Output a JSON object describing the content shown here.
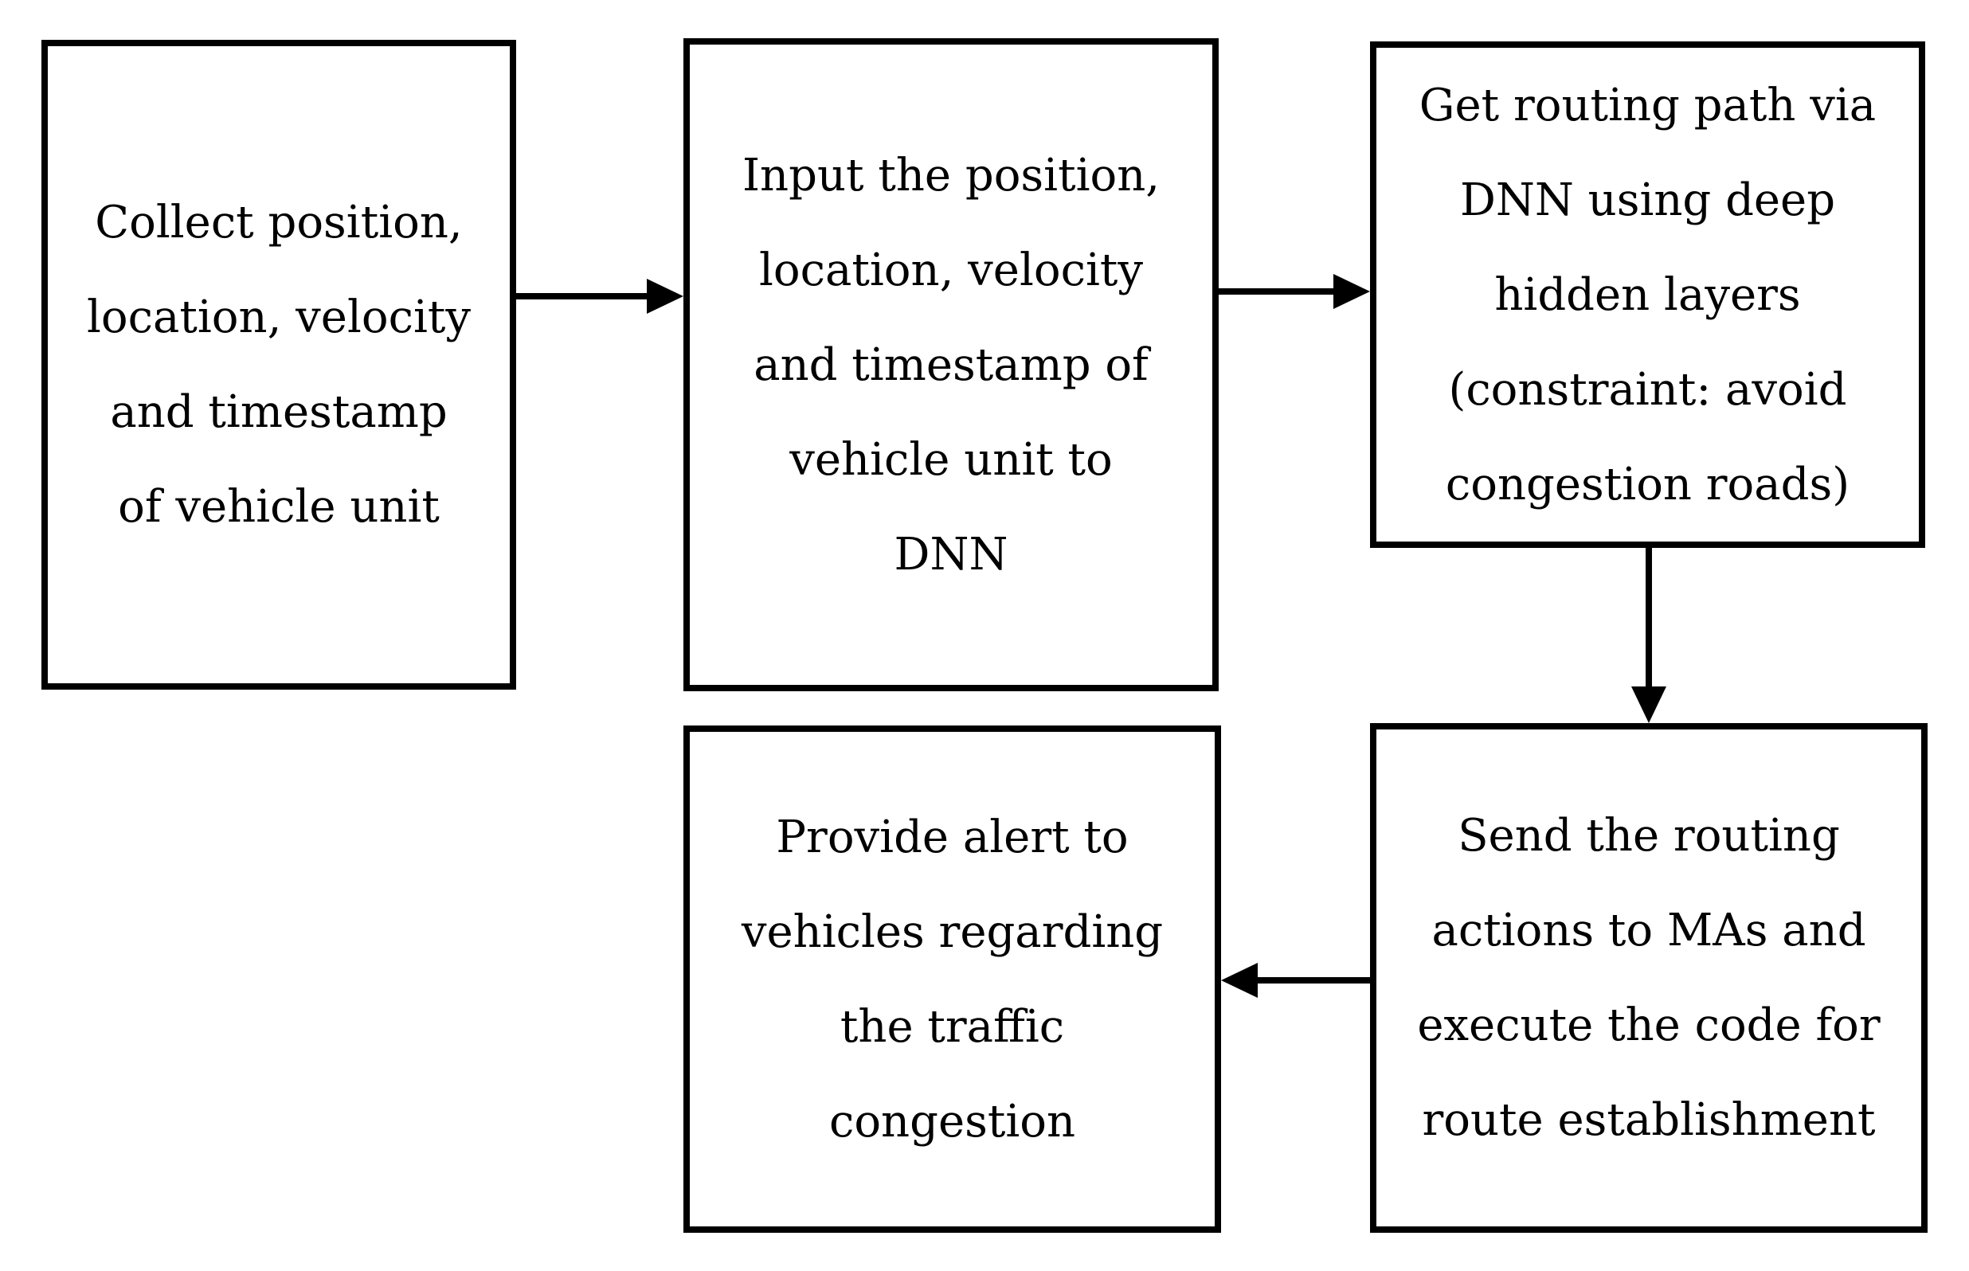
{
  "figure": {
    "type": "flowchart",
    "background": "#ffffff",
    "line_color": "#000000",
    "text_color": "#000000"
  },
  "boxes": {
    "collect": {
      "id": "collect-vehicle-data",
      "lines": [
        "Collect position,",
        "location, velocity",
        "and timestamp",
        "of vehicle unit"
      ]
    },
    "input": {
      "id": "input-to-dnn",
      "lines": [
        "Input the position,",
        "location, velocity",
        "and timestamp of",
        "vehicle unit to",
        "DNN"
      ]
    },
    "routing": {
      "id": "get-routing-path",
      "lines": [
        "Get routing path via",
        "DNN using deep",
        "hidden layers",
        "(constraint: avoid",
        "congestion roads)"
      ]
    },
    "send": {
      "id": "send-routing-actions",
      "lines": [
        "Send the routing",
        "actions to MAs and",
        "execute the code for",
        "route establishment"
      ]
    },
    "alert": {
      "id": "provide-alert",
      "lines": [
        "Provide alert to",
        "vehicles regarding",
        "the traffic",
        "congestion"
      ]
    }
  },
  "arrows": [
    {
      "from": "collect-vehicle-data",
      "to": "input-to-dnn",
      "direction": "right"
    },
    {
      "from": "input-to-dnn",
      "to": "get-routing-path",
      "direction": "right"
    },
    {
      "from": "get-routing-path",
      "to": "send-routing-actions",
      "direction": "down"
    },
    {
      "from": "send-routing-actions",
      "to": "provide-alert",
      "direction": "left"
    }
  ]
}
